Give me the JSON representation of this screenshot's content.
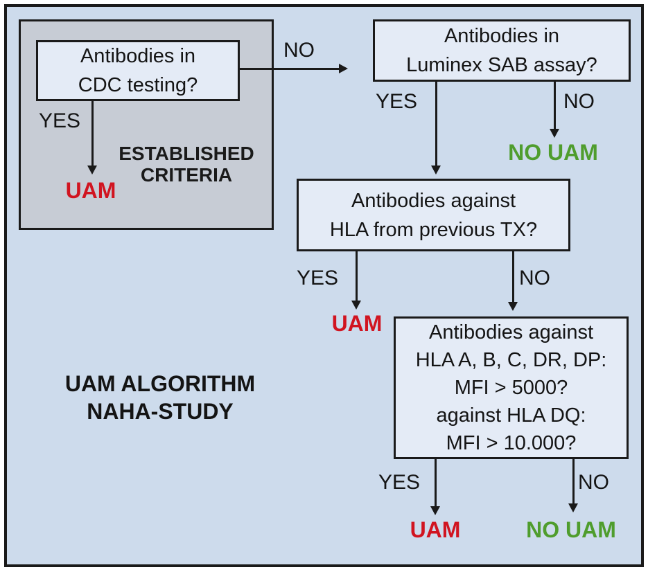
{
  "diagram": {
    "title_line1": "UAM ALGORITHM",
    "title_line2": "NAHA-STUDY",
    "established_line1": "ESTABLISHED",
    "established_line2": "CRITERIA",
    "labels": {
      "yes": "YES",
      "no": "NO"
    },
    "outcomes": {
      "uam": "UAM",
      "no_uam": "NO UAM"
    },
    "boxes": {
      "cdc": {
        "line1": "Antibodies in",
        "line2": "CDC testing?"
      },
      "luminex": {
        "line1": "Antibodies in",
        "line2": "Luminex SAB assay?"
      },
      "previous_tx": {
        "line1": "Antibodies against",
        "line2": "HLA from previous TX?"
      },
      "mfi": {
        "line1": "Antibodies against",
        "line2": "HLA A, B, C, DR, DP:",
        "line3": "MFI > 5000?",
        "line4": "against HLA DQ:",
        "line5": "MFI > 10.000?"
      }
    },
    "colors": {
      "background": "#cddbec",
      "panel_gray": "#c7ccd5",
      "box_fill": "#e4ebf6",
      "outcome_red": "#d11420",
      "outcome_green": "#4f9d2d",
      "line": "#1a1a1a"
    }
  }
}
